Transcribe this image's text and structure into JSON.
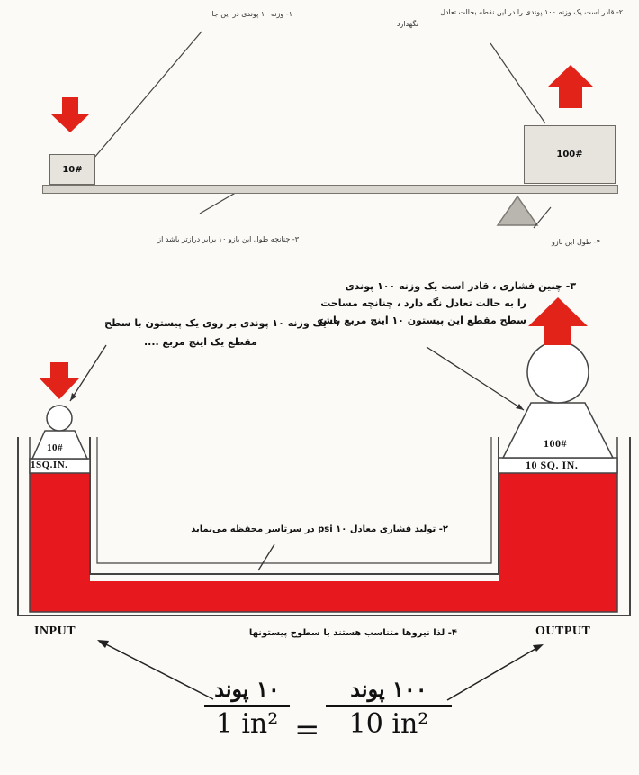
{
  "lever": {
    "note1": "۱- وزنه ۱۰ پوندی در این جا",
    "note2_line1": "۲- قادر است یک وزنه ۱۰۰ پوندی را در این نقطه بحالت تعادل",
    "note2_line2": "نگهدارد",
    "note3": "۳- چنانچه طول این بازو ۱۰ برابر درازتر باشد از",
    "note4": "۴- طول این بازو",
    "weight_small": "10#",
    "weight_large": "100#"
  },
  "hydraulic": {
    "note1_line1": "۱- یک وزنه ۱۰ پوندی بر روی یک پیستون با سطح",
    "note1_line2": "مقطع یک اینچ مربع ....",
    "note2": "۲- تولید فشاری معادل psi ۱۰ در سرتاسر محفظه می‌نماید",
    "note3_line1": "۳- چنین فشاری ، قادر است یک وزنه ۱۰۰ پوندی",
    "note3_line2": "را به حالت تعادل نگه دارد ، چنانچه مساحت",
    "note3_line3": "سطح مقطع این پیستون ۱۰ اینچ مربع باشد",
    "note4": "۴- لذا نیروها متناسب هستند با سطوح پیستونها",
    "weight_small": "10#",
    "weight_large": "100#",
    "piston_small": "1SQ.IN.",
    "piston_large": "10 SQ. IN.",
    "input_label": "INPUT",
    "output_label": "OUTPUT"
  },
  "equation": {
    "left_num": "۱۰ پوند",
    "left_den": "1 in²",
    "equals": "=",
    "right_num": "۱۰۰ پوند",
    "right_den": "10 in²"
  },
  "colors": {
    "fluid": "#e8191e",
    "arrow": "#e2231a",
    "weight": "#e7e4dd"
  }
}
